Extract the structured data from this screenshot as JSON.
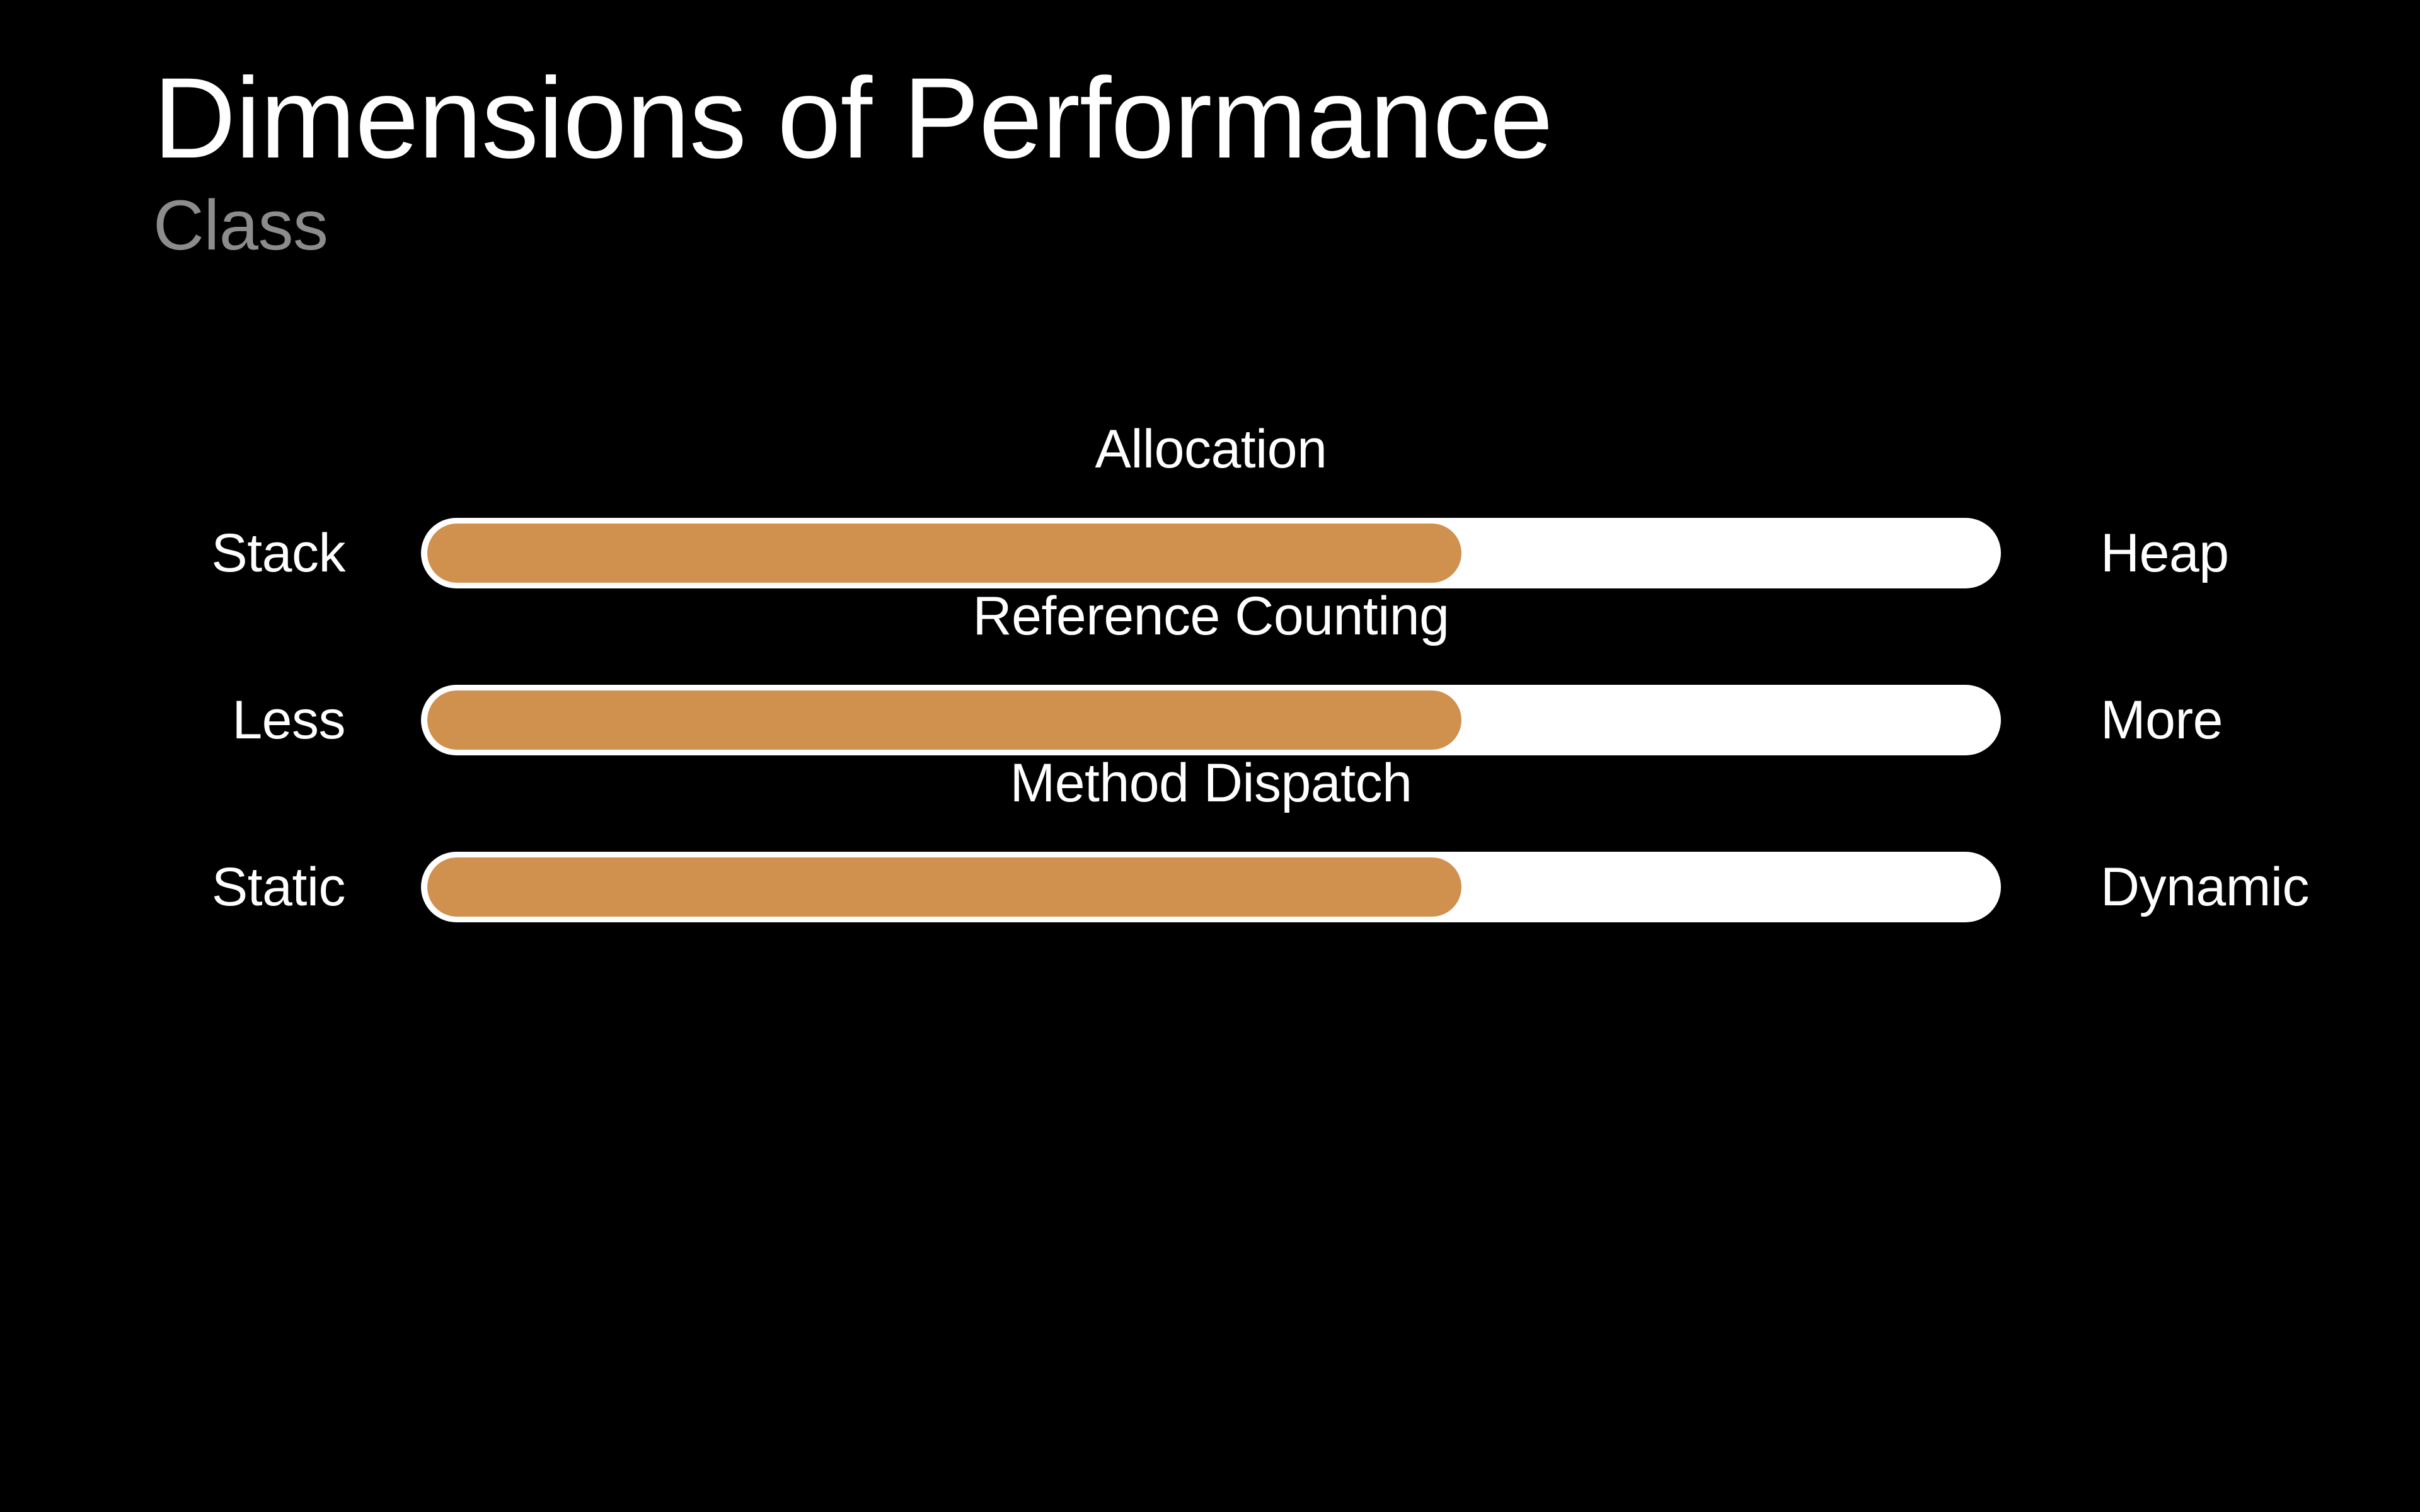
{
  "slide": {
    "background_color": "#000000",
    "title": "Dimensions of Performance",
    "subtitle": "Class",
    "title_color": "#ffffff",
    "subtitle_color": "#8c8c8c"
  },
  "accent_color": "#d0914f",
  "track_color": "#ffffff",
  "sliders": [
    {
      "dimension": "Allocation",
      "left_label": "Stack",
      "right_label": "Heap",
      "fill_percent": 66
    },
    {
      "dimension": "Reference Counting",
      "left_label": "Less",
      "right_label": "More",
      "fill_percent": 66
    },
    {
      "dimension": "Method Dispatch",
      "left_label": "Static",
      "right_label": "Dynamic",
      "fill_percent": 66
    }
  ],
  "chart_data": {
    "type": "bar",
    "title": "Dimensions of Performance",
    "subtitle": "Class",
    "orientation": "horizontal",
    "categories": [
      "Allocation",
      "Reference Counting",
      "Method Dispatch"
    ],
    "values": [
      66,
      66,
      66
    ],
    "xlabel": "",
    "ylabel": "",
    "xlim": [
      0,
      100
    ],
    "grid": false,
    "legend": "none",
    "axis_endpoint_labels": [
      {
        "category": "Allocation",
        "min": "Stack",
        "max": "Heap"
      },
      {
        "category": "Reference Counting",
        "min": "Less",
        "max": "More"
      },
      {
        "category": "Method Dispatch",
        "min": "Static",
        "max": "Dynamic"
      }
    ],
    "series": [
      {
        "name": "Class",
        "values": [
          66,
          66,
          66
        ]
      }
    ]
  }
}
